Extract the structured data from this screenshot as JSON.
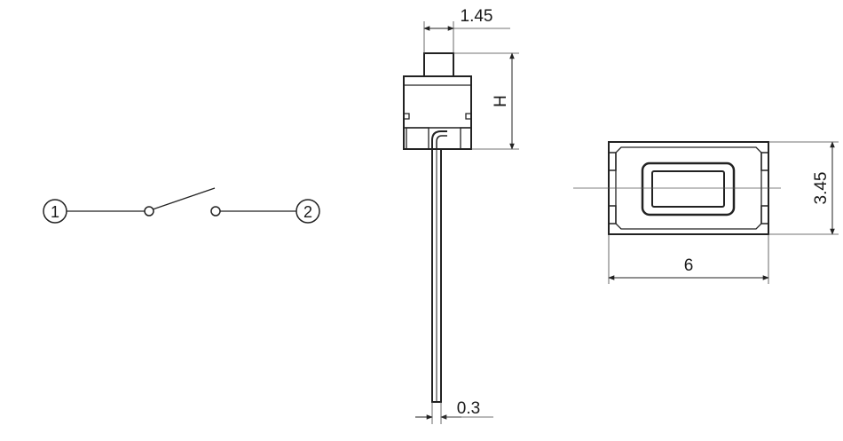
{
  "schematic": {
    "terminals": [
      {
        "label": "1"
      },
      {
        "label": "2"
      }
    ]
  },
  "side_view": {
    "dimensions": {
      "actuator_width": "1.45",
      "height": "H",
      "lead_thickness": "0.3"
    }
  },
  "top_view": {
    "dimensions": {
      "width": "3.45",
      "length": "6"
    }
  }
}
